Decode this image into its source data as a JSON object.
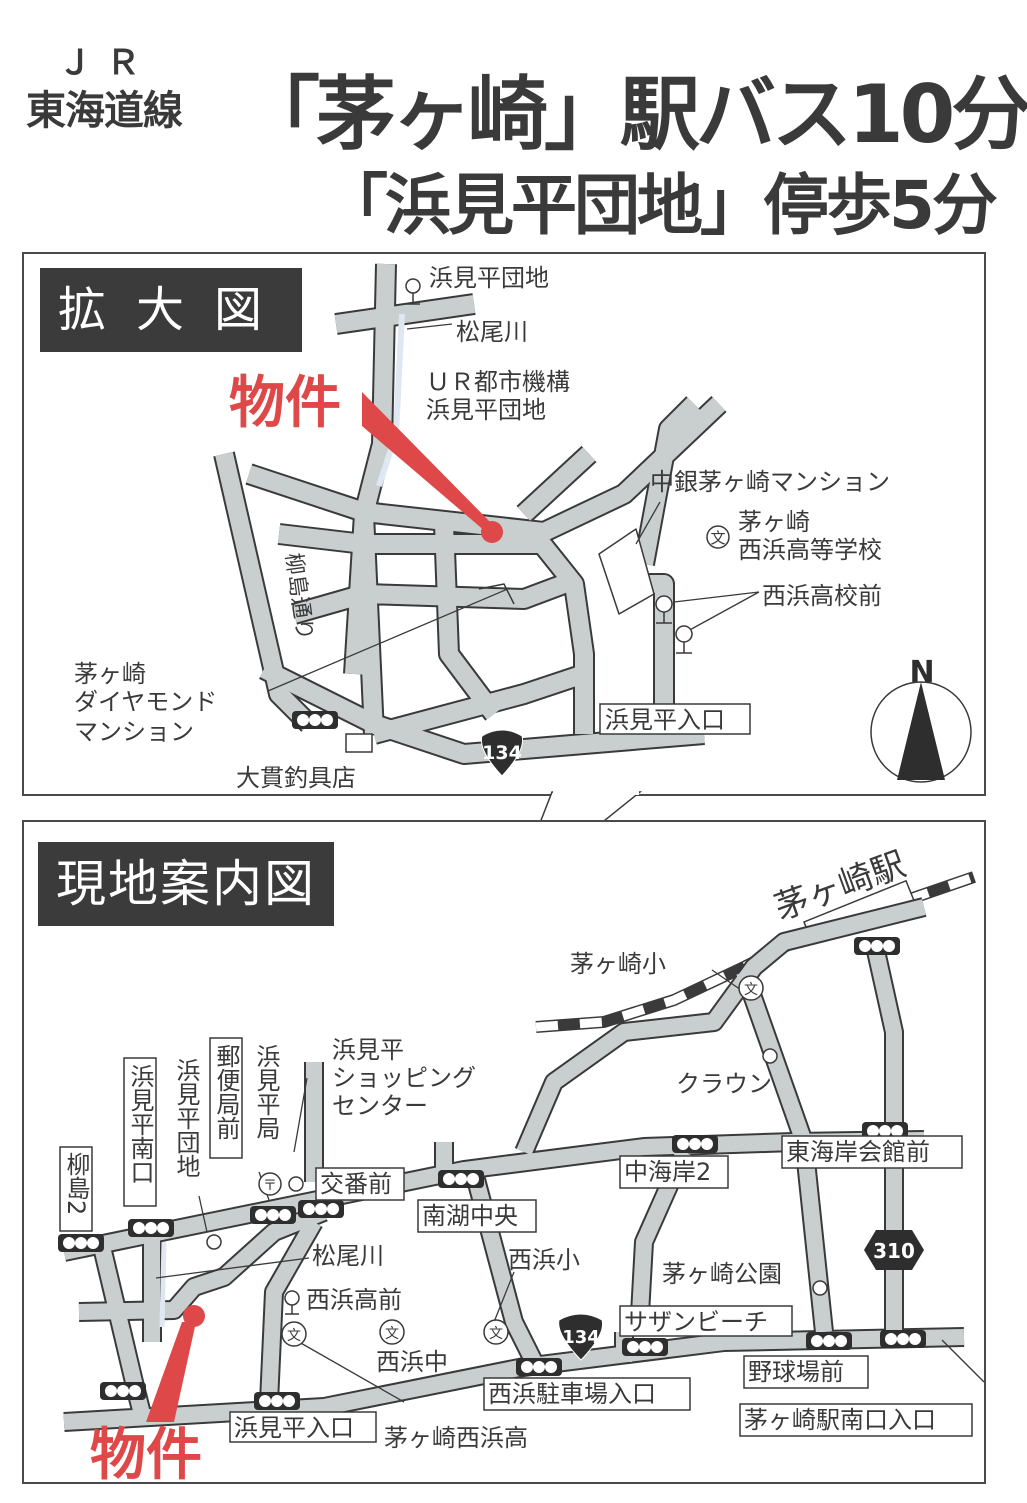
{
  "header": {
    "line_prefix_jr": "ＪＲ",
    "line_name": "東海道線",
    "headline_1": "「茅ヶ崎」駅バス10分",
    "headline_2": "「浜見平団地」停歩5分"
  },
  "upper_map": {
    "title": "拡大図",
    "property_label": "物件",
    "labels": {
      "bus_stop_hamamidaira_danchi": "浜見平団地",
      "river": "松尾川",
      "ur_line1": "ＵＲ都市機構",
      "ur_line2": "浜見平団地",
      "chugin_mansion": "中銀茅ヶ崎マンション",
      "school_line1": "茅ヶ崎",
      "school_line2": "西浜高等学校",
      "bus_stop_nishihama_koko_mae": "西浜高校前",
      "yanagishima_dori": "柳島通り",
      "diamond_line1": "茅ヶ崎",
      "diamond_line2": "ダイヤモンド",
      "diamond_line3": "マンション",
      "signal_hamamidaira_iriguchi": "浜見平入口",
      "route_134": "134",
      "onuki_fishing": "大貫釣具店",
      "compass_n": "N"
    }
  },
  "lower_map": {
    "title": "現地案内図",
    "property_label": "物件",
    "labels": {
      "chigasaki_station": "茅ヶ崎駅",
      "chigasaki_elementary": "茅ヶ崎小",
      "crown": "クラウン",
      "shopping_line1": "浜見平",
      "shopping_line2": "ショッピング",
      "shopping_line3": "センター",
      "hamamidaira_post": "浜見平局",
      "yubinkyoku_mae": "郵便局前",
      "hamamidaira_danchi": "浜見平団地",
      "hamamidaira_minamiguchi": "浜見平南口",
      "yanagishima_2": "柳島2",
      "koban_mae": "交番前",
      "nanko_chuo": "南湖中央",
      "nakakaigan_2": "中海岸2",
      "higashikaigan_kaikan_mae": "東海岸会館前",
      "route_310": "310",
      "matsuo_river": "松尾川",
      "nishihama_koko_mae": "西浜高前",
      "nishihama_elementary": "西浜小",
      "chigasaki_park": "茅ヶ崎公園",
      "route_134": "134",
      "southern_beach": "サザンビーチ",
      "nishihama_junior": "西浜中",
      "nishihama_parking": "西浜駐車場入口",
      "yakyujo_mae": "野球場前",
      "hamamidaira_iriguchi": "浜見平入口",
      "chigasaki_nishihama_high": "茅ヶ崎西浜高",
      "station_south_entrance": "茅ヶ崎駅南口入口"
    }
  },
  "colors": {
    "road_fill": "#c9cfcf",
    "road_edge": "#3a3a3a",
    "accent_red": "#de4848",
    "title_bg": "#3b3b3b",
    "river": "#dfe8f2"
  }
}
